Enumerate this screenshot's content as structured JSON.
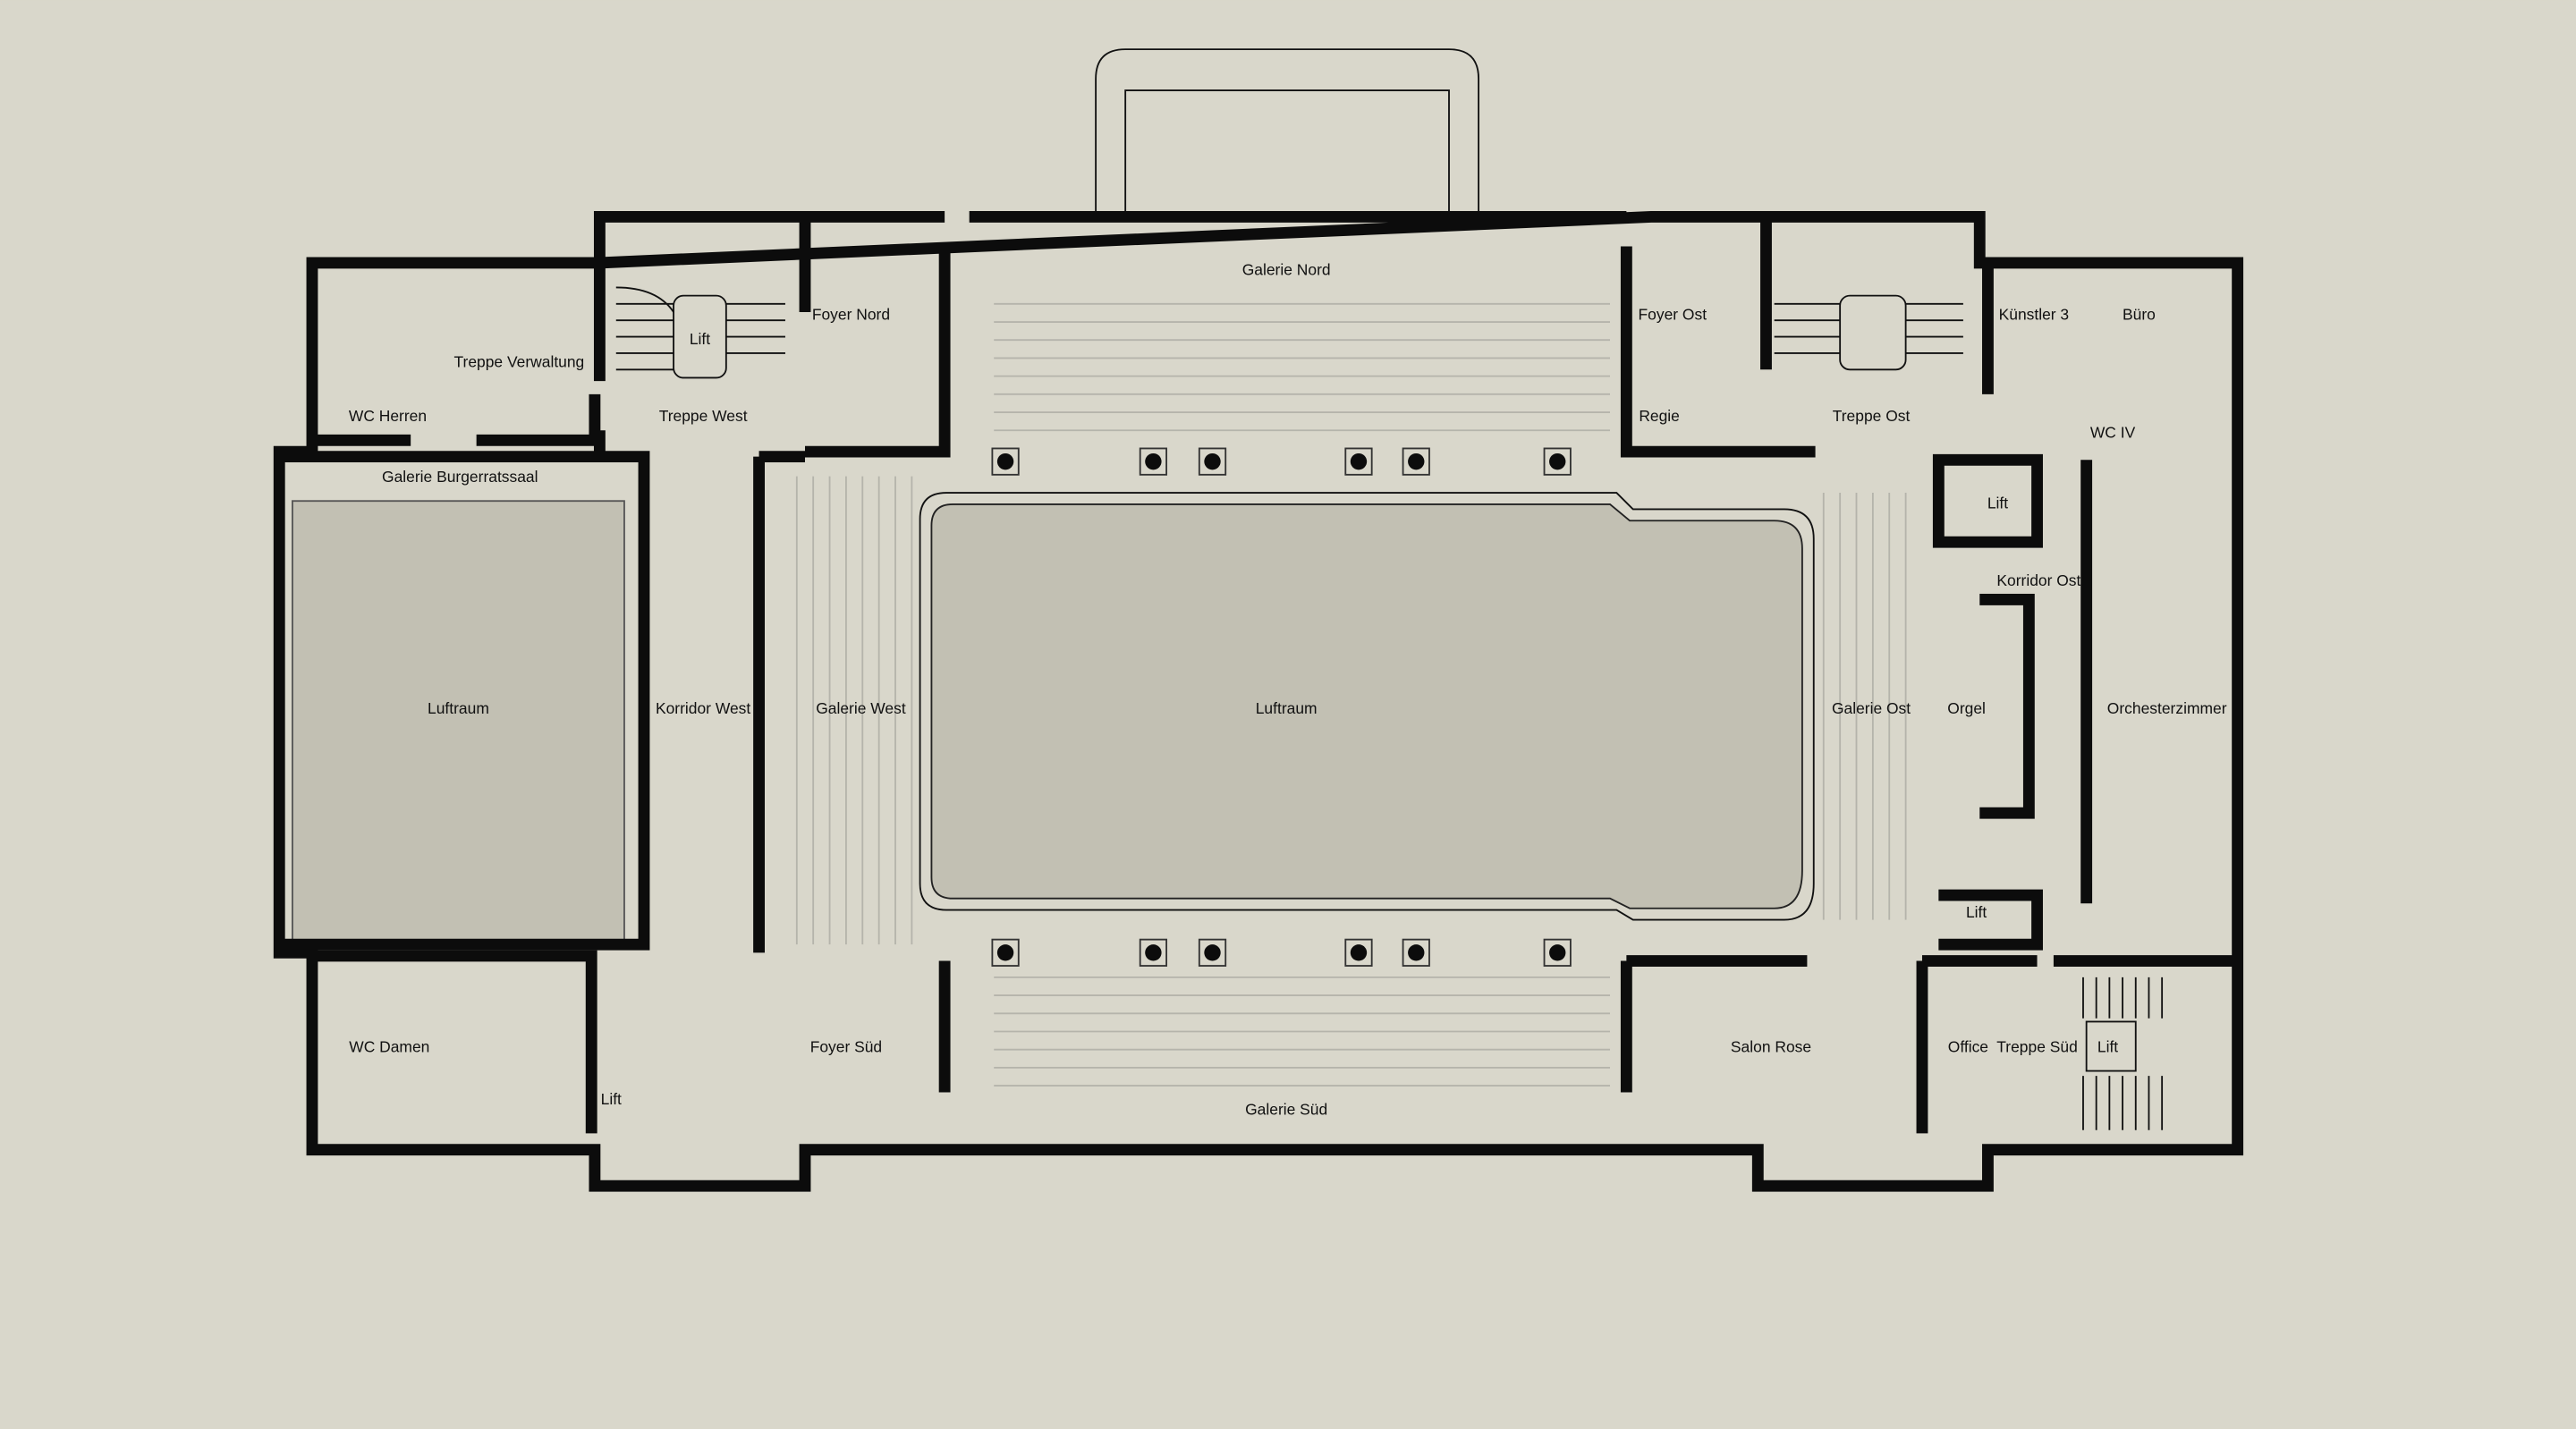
{
  "colors": {
    "background": "#d9d7cb",
    "void": "#c2c0b3",
    "wall": "#0c0c0c",
    "fixtures": "#9a9a94"
  },
  "rooms": [
    {
      "id": "galerie-nord",
      "label": "Galerie Nord"
    },
    {
      "id": "foyer-nord",
      "label": "Foyer Nord"
    },
    {
      "id": "lift-west",
      "label": "Lift"
    },
    {
      "id": "treppe-verwaltung",
      "label": "Treppe Verwaltung"
    },
    {
      "id": "wc-herren",
      "label": "WC Herren"
    },
    {
      "id": "treppe-west",
      "label": "Treppe West"
    },
    {
      "id": "galerie-burgerratssaal",
      "label": "Galerie Burgerratssaal"
    },
    {
      "id": "luftraum-west",
      "label": "Luftraum"
    },
    {
      "id": "korridor-west",
      "label": "Korridor West"
    },
    {
      "id": "galerie-west",
      "label": "Galerie West"
    },
    {
      "id": "luftraum-main",
      "label": "Luftraum"
    },
    {
      "id": "galerie-ost",
      "label": "Galerie Ost"
    },
    {
      "id": "orgel",
      "label": "Orgel"
    },
    {
      "id": "orchesterzimmer",
      "label": "Orchesterzimmer"
    },
    {
      "id": "foyer-ost",
      "label": "Foyer Ost"
    },
    {
      "id": "regie",
      "label": "Regie"
    },
    {
      "id": "treppe-ost",
      "label": "Treppe Ost"
    },
    {
      "id": "kuenstler-3",
      "label": "Künstler 3"
    },
    {
      "id": "buero",
      "label": "Büro"
    },
    {
      "id": "wc-iv",
      "label": "WC IV"
    },
    {
      "id": "lift-ost-nord",
      "label": "Lift"
    },
    {
      "id": "korridor-ost",
      "label": "Korridor Ost"
    },
    {
      "id": "lift-ost-sued",
      "label": "Lift"
    },
    {
      "id": "wc-damen",
      "label": "WC Damen"
    },
    {
      "id": "lift-wc-damen",
      "label": "Lift"
    },
    {
      "id": "foyer-sued",
      "label": "Foyer Süd"
    },
    {
      "id": "salon-rose",
      "label": "Salon Rose"
    },
    {
      "id": "office",
      "label": "Office"
    },
    {
      "id": "treppe-sued",
      "label": "Treppe Süd"
    },
    {
      "id": "lift-treppe-sued",
      "label": "Lift"
    },
    {
      "id": "galerie-sued",
      "label": "Galerie Süd"
    }
  ]
}
